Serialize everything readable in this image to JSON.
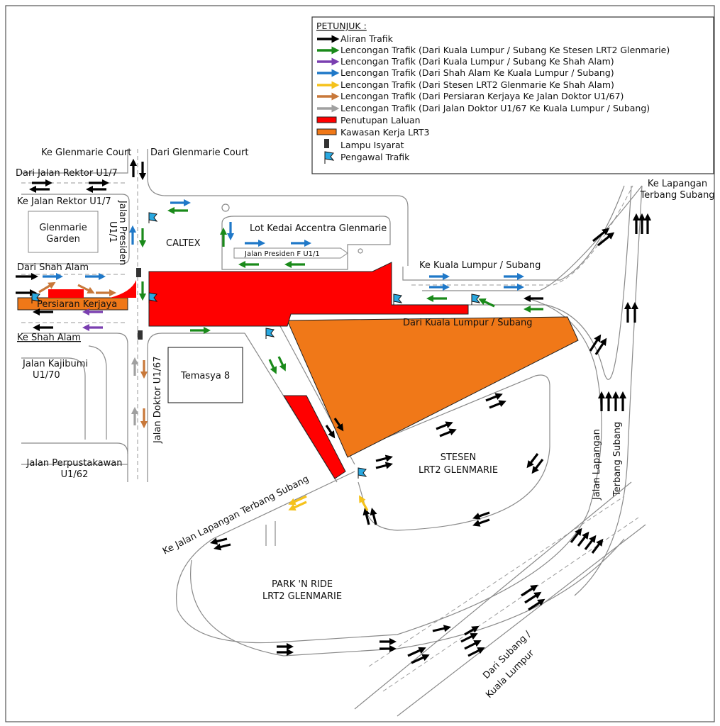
{
  "legend": {
    "title": "PETUNJUK :",
    "items": [
      {
        "label": "Aliran Trafik",
        "color": "#000000",
        "kind": "arrow"
      },
      {
        "label": "Lencongan Trafik (Dari Kuala Lumpur / Subang Ke Stesen LRT2 Glenmarie)",
        "color": "#1a8a1a",
        "kind": "arrow"
      },
      {
        "label": "Lencongan Trafik (Dari Kuala Lumpur / Subang Ke Shah Alam)",
        "color": "#7a3fb0",
        "kind": "arrow"
      },
      {
        "label": "Lencongan Trafik (Dari Shah Alam Ke Kuala Lumpur / Subang)",
        "color": "#1f78c8",
        "kind": "arrow"
      },
      {
        "label": "Lencongan Trafik (Dari Stesen LRT2 Glenmarie Ke Shah Alam)",
        "color": "#f5c21b",
        "kind": "arrow"
      },
      {
        "label": "Lencongan Trafik (Dari Persiaran Kerjaya Ke Jalan Doktor U1/67)",
        "color": "#c8783a",
        "kind": "arrow"
      },
      {
        "label": "Lencongan Trafik (Dari Jalan Doktor U1/67 Ke Kuala Lumpur / Subang)",
        "color": "#a0a0a0",
        "kind": "arrow"
      },
      {
        "label": "Penutupan Laluan",
        "color": "#ff0000",
        "kind": "box"
      },
      {
        "label": "Kawasan Kerja LRT3",
        "color": "#f07818",
        "kind": "box"
      },
      {
        "label": "Lampu Isyarat",
        "color": "#333333",
        "kind": "traffic-light"
      },
      {
        "label": "Pengawal Trafik",
        "color": "#29a8e0",
        "kind": "flag"
      }
    ]
  },
  "labels": {
    "ke_glenmarie_court": "Ke Glenmarie Court",
    "dari_glenmarie_court": "Dari Glenmarie Court",
    "dari_jalan_rektor": "Dari Jalan Rektor U1/7",
    "ke_jalan_rektor": "Ke Jalan Rektor U1/7",
    "glenmarie_garden_1": "Glenmarie",
    "glenmarie_garden_2": "Garden",
    "jalan_presiden_1": "Jalan Presiden",
    "jalan_presiden_2": "U1/1",
    "caltex": "CALTEX",
    "lot_kedai": "Lot Kedai Accentra Glenmarie",
    "jalan_presiden_f": "Jalan Presiden F U1/1",
    "dari_shah_alam": "Dari Shah Alam",
    "persiaran_kerjaya": "Persiaran Kerjaya",
    "ke_shah_alam": "Ke Shah Alam",
    "jalan_kajibumi_1": "Jalan Kajibumi",
    "jalan_kajibumi_2": "U1/70",
    "temasya_8": "Temasya 8",
    "jalan_doktor": "Jalan Doktor U1/67",
    "jalan_perpustakawan_1": "Jalan Perpustakawan",
    "jalan_perpustakawan_2": "U1/62",
    "ke_kuala_lumpur_subang": "Ke Kuala Lumpur / Subang",
    "dari_kuala_lumpur_subang": "Dari Kuala Lumpur / Subang",
    "ke_lapangan_1": "Ke Lapangan",
    "ke_lapangan_2": "Terbang Subang",
    "stesen_1": "STESEN",
    "stesen_2": "LRT2 GLENMARIE",
    "jalan_lapangan_1": "Jalan Lapangan",
    "jalan_lapangan_2": "Terbang Subang",
    "ke_jalan_lapangan": "Ke Jalan Lapangan Terbang Subang",
    "park_ride_1": "PARK 'N RIDE",
    "park_ride_2": "LRT2 GLENMARIE",
    "dari_subang_1": "Dari Subang /",
    "dari_subang_2": "Kuala Lumpur"
  }
}
